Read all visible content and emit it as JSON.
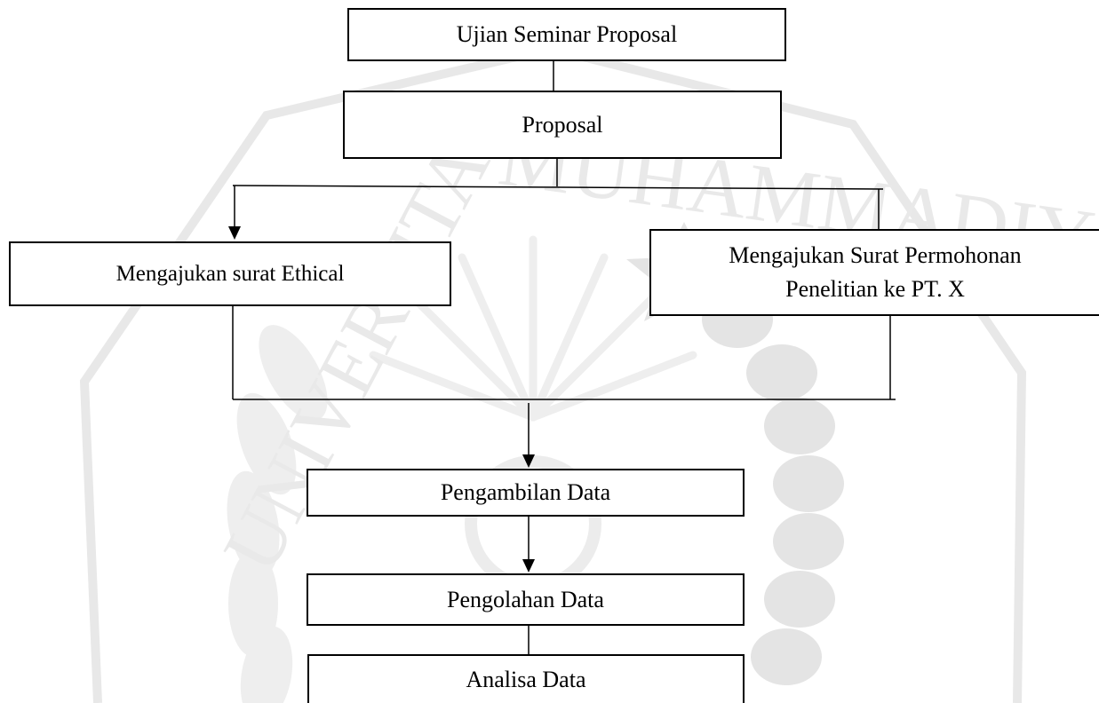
{
  "diagram": {
    "nodes": {
      "seminar": "Ujian Seminar Proposal",
      "proposal": "Proposal",
      "ethical": "Mengajukan surat Ethical",
      "permohonan_line1": "Mengajukan Surat Permohonan",
      "permohonan_line2": "Penelitian ke PT. X",
      "pengambilan": "Pengambilan Data",
      "pengolahan": "Pengolahan Data",
      "analisa": "Analisa Data"
    },
    "edges": [
      {
        "from": "seminar",
        "to": "proposal",
        "arrow": false
      },
      {
        "from": "proposal",
        "to": "ethical",
        "arrow": true
      },
      {
        "from": "proposal",
        "to": "permohonan",
        "arrow": false
      },
      {
        "from": "ethical",
        "to": "pengambilan",
        "arrow": true
      },
      {
        "from": "permohonan",
        "to": "pengambilan",
        "arrow": true
      },
      {
        "from": "pengambilan",
        "to": "pengolahan",
        "arrow": true
      },
      {
        "from": "pengolahan",
        "to": "analisa",
        "arrow": false
      }
    ]
  },
  "watermark": {
    "text_top": "MUHAMMADIYAH",
    "text_left": "UNIVERSITAS",
    "color": "#e6e6e6"
  },
  "colors": {
    "stroke": "#000000",
    "background": "#ffffff"
  }
}
